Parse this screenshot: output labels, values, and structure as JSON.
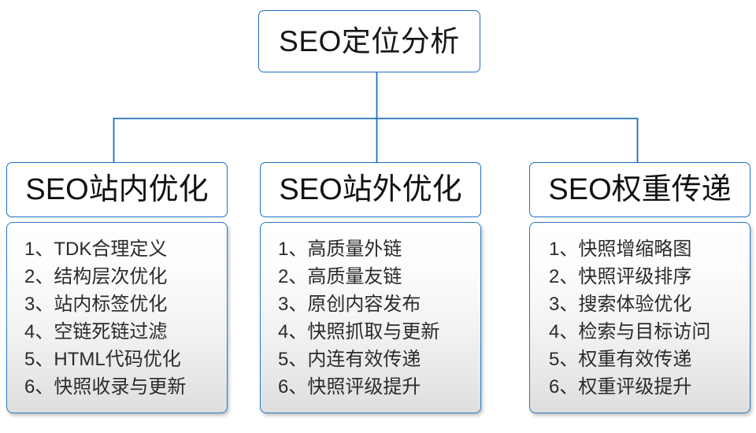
{
  "diagram": {
    "root": {
      "label": "SEO定位分析"
    },
    "colors": {
      "border_blue": "#1f6fc0",
      "connector_blue": "#1f6fc0",
      "body_gradient_top": "#ffffff",
      "body_gradient_bottom": "#dedede",
      "text": "#171717"
    },
    "columns": [
      {
        "header": "SEO站内优化",
        "items": [
          {
            "index": "1、",
            "text": "TDK合理定义"
          },
          {
            "index": "2、",
            "text": "结构层次优化"
          },
          {
            "index": "3、",
            "text": "站内标签优化"
          },
          {
            "index": "4、",
            "text": "空链死链过滤"
          },
          {
            "index": "5、",
            "text": "HTML代码优化"
          },
          {
            "index": "6、",
            "text": "快照收录与更新"
          }
        ]
      },
      {
        "header": "SEO站外优化",
        "items": [
          {
            "index": "1、",
            "text": "高质量外链"
          },
          {
            "index": "2、",
            "text": "高质量友链"
          },
          {
            "index": "3、",
            "text": "原创内容发布"
          },
          {
            "index": "4、",
            "text": "快照抓取与更新"
          },
          {
            "index": "5、",
            "text": "内连有效传递"
          },
          {
            "index": "6、",
            "text": "快照评级提升"
          }
        ]
      },
      {
        "header": "SEO权重传递",
        "items": [
          {
            "index": "1、",
            "text": "快照增缩略图"
          },
          {
            "index": "2、",
            "text": "快照评级排序"
          },
          {
            "index": "3、",
            "text": "搜索体验优化"
          },
          {
            "index": "4、",
            "text": "检索与目标访问"
          },
          {
            "index": "5、",
            "text": "权重有效传递"
          },
          {
            "index": "6、",
            "text": "权重评级提升"
          }
        ]
      }
    ]
  }
}
